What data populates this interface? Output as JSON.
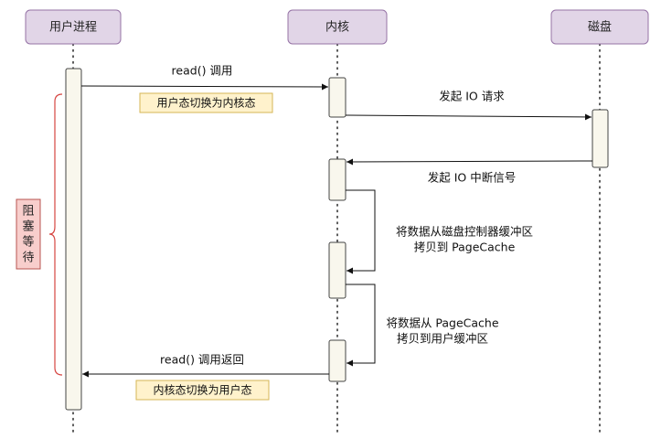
{
  "actors": {
    "user_process": "用户进程",
    "kernel": "内核",
    "disk": "磁盘"
  },
  "messages": {
    "read_call": "read() 调用",
    "io_request": "发起 IO 请求",
    "io_interrupt": "发起 IO 中断信号",
    "copy_to_pagecache_line1": "将数据从磁盘控制器缓冲区",
    "copy_to_pagecache_line2": "拷贝到 PageCache",
    "copy_to_user_line1": "将数据从 PageCache",
    "copy_to_user_line2": "拷贝到用户缓冲区",
    "read_return": "read() 调用返回"
  },
  "notes": {
    "user_to_kernel": "用户态切换为内核态",
    "kernel_to_user": "内核态切换为用户态"
  },
  "blocking": {
    "chars": [
      "阻",
      "塞",
      "等",
      "待"
    ]
  },
  "colors": {
    "actor_fill": "#e1d5e7",
    "actor_stroke": "#9673a6",
    "note_fill": "#fff2cc",
    "note_stroke": "#d6b656",
    "block_fill": "#f8cecc",
    "block_stroke": "#b85450",
    "activation_fill": "#f9f7ed"
  }
}
